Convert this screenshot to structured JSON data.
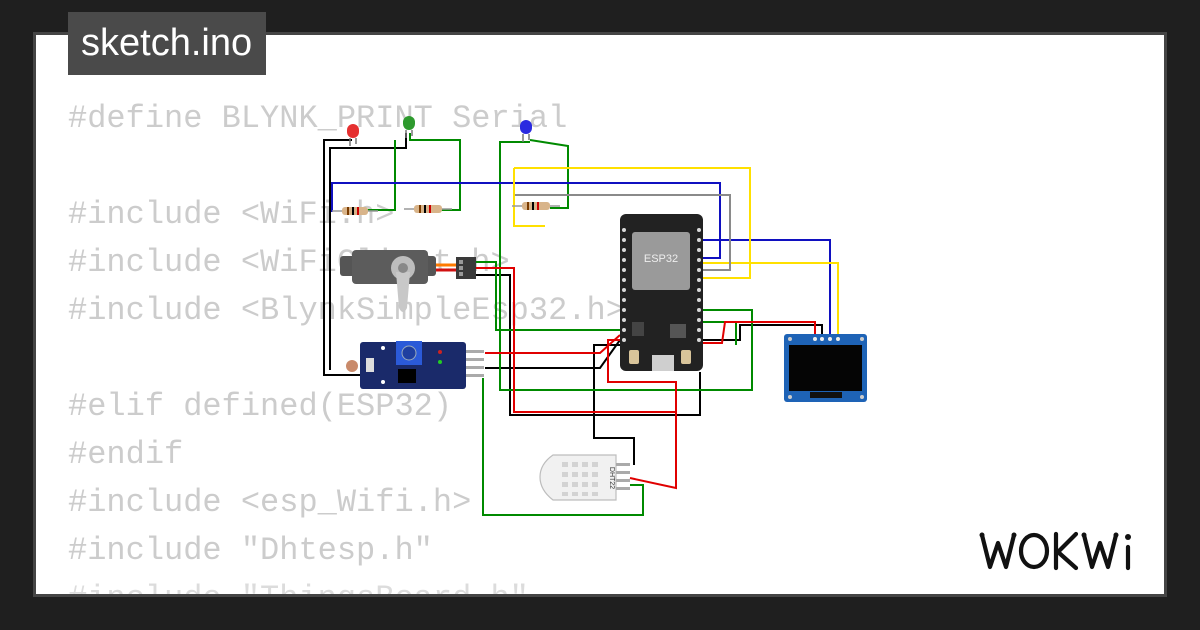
{
  "file_tab": {
    "label": "sketch.ino"
  },
  "code_lines": [
    "#define BLYNK_PRINT Serial",
    "",
    "#include <WiFi.h>",
    "#include <WiFiClient.h>",
    "#include <BlynkSimpleEsp32.h>",
    "",
    "#elif defined(ESP32)",
    "#endif",
    "#include <esp_Wifi.h>",
    "#include \"Dhtesp.h\"",
    "#include \"ThingsBoard.h\""
  ],
  "components": {
    "esp32_label": "ESP32",
    "dht_label": "DHT22"
  },
  "brand": {
    "logo_text": "WOKWI"
  },
  "colors": {
    "background": "#1f1f1f",
    "card": "#ffffff",
    "card_border": "#454545",
    "tab": "#4a4a4a",
    "code_text": "#cccccc",
    "wire_red": "#e00000",
    "wire_green": "#008a00",
    "wire_blue": "#1010c0",
    "wire_yellow": "#ffe000",
    "wire_black": "#000000",
    "wire_gray": "#8a8a8a"
  }
}
